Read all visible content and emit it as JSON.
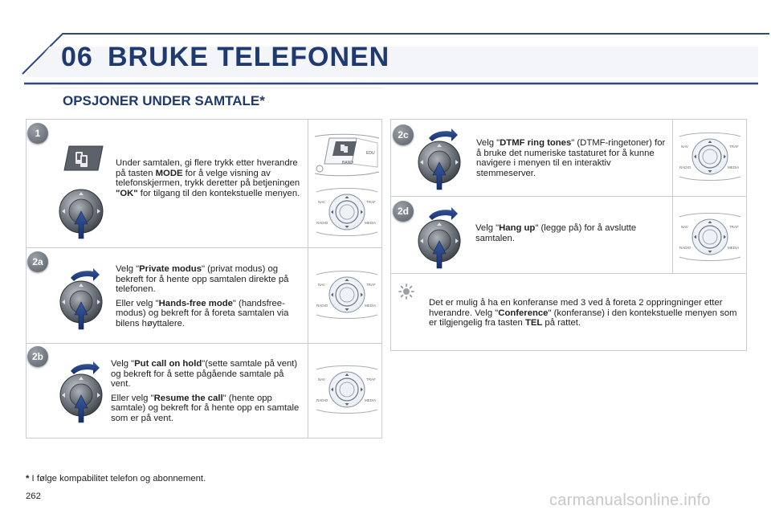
{
  "header": {
    "chapter_number": "06",
    "chapter_title": "BRUKE TELEFONEN",
    "section_title": "OPSJONER UNDER SAMTALE*"
  },
  "steps": {
    "s1": {
      "badge": "1",
      "p1_a": "Under samtalen, gi flere trykk etter hverandre på tasten ",
      "p1_b": "MODE",
      "p1_c": " for å velge visning av telefonskjermen, trykk deretter på betjeningen ",
      "p1_d": "\"OK\"",
      "p1_e": " for tilgang til den kontekstuelle menyen."
    },
    "s2a": {
      "badge": "2a",
      "p1_a": "Velg \"",
      "p1_b": "Private modus",
      "p1_c": "\" (privat modus) og bekreft for å hente opp samtalen direkte på telefonen.",
      "p2_a": "Eller velg \"",
      "p2_b": "Hands-free mode",
      "p2_c": "\" (handsfree-modus) og bekreft for å foreta samtalen via bilens høyttalere."
    },
    "s2b": {
      "badge": "2b",
      "p1_a": "Velg \"",
      "p1_b": "Put call on hold",
      "p1_c": "\"(sette samtale på vent) og bekreft for å sette pågående samtale på vent.",
      "p2_a": "Eller velg \"",
      "p2_b": "Resume the call",
      "p2_c": "\" (hente opp samtale) og bekreft for å hente opp en samtale som er på vent."
    },
    "s2c": {
      "badge": "2c",
      "p1_a": "Velg \"",
      "p1_b": "DTMF ring tones",
      "p1_c": "\" (DTMF-ringetoner) for å bruke det numeriske tastaturet for å kunne navigere i menyen til en interaktiv stemmeserver."
    },
    "s2d": {
      "badge": "2d",
      "p1_a": "Velg \"",
      "p1_b": "Hang up",
      "p1_c": "\" (legge på) for å avslutte samtalen."
    }
  },
  "tip": {
    "icon": "lightbulb-icon",
    "t_a": "Det er mulig å ha en konferanse med 3 ved å foreta 2 oppringninger etter hverandre. Velg \"",
    "t_b": "Conference",
    "t_c": "\" (konferanse) i den kontekstuelle menyen som er tilgjengelig fra tasten ",
    "t_d": "TEL",
    "t_e": " på rattet."
  },
  "controls": {
    "nav": "NAV",
    "traf": "TRAF",
    "radio": "RADIO",
    "media": "MEDIA",
    "band": "BAND",
    "edu": "EDU"
  },
  "footer": {
    "footnote_star": "*",
    "footnote_text": " I følge kompabilitet telefon og abonnement.",
    "page_number": "262",
    "watermark": "carmanualsonline.info"
  },
  "colors": {
    "accent": "#1f3a6e",
    "border": "#c9cdd3",
    "arrow": "#1e3a7a"
  }
}
